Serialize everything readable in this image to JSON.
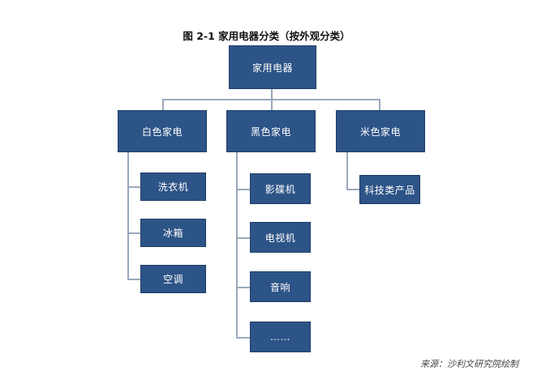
{
  "title": "图  2-1  家用电器分类（按外观分类）",
  "root": "家用电器",
  "categories": [
    {
      "label": "白色家电",
      "children": [
        "洗衣机",
        "冰箱",
        "空调"
      ]
    },
    {
      "label": "黑色家电",
      "children": [
        "影碟机",
        "电视机",
        "音响",
        "……"
      ]
    },
    {
      "label": "米色家电",
      "children": [
        "科技类产品"
      ]
    }
  ],
  "source": "来源：沙利文研究院绘制"
}
